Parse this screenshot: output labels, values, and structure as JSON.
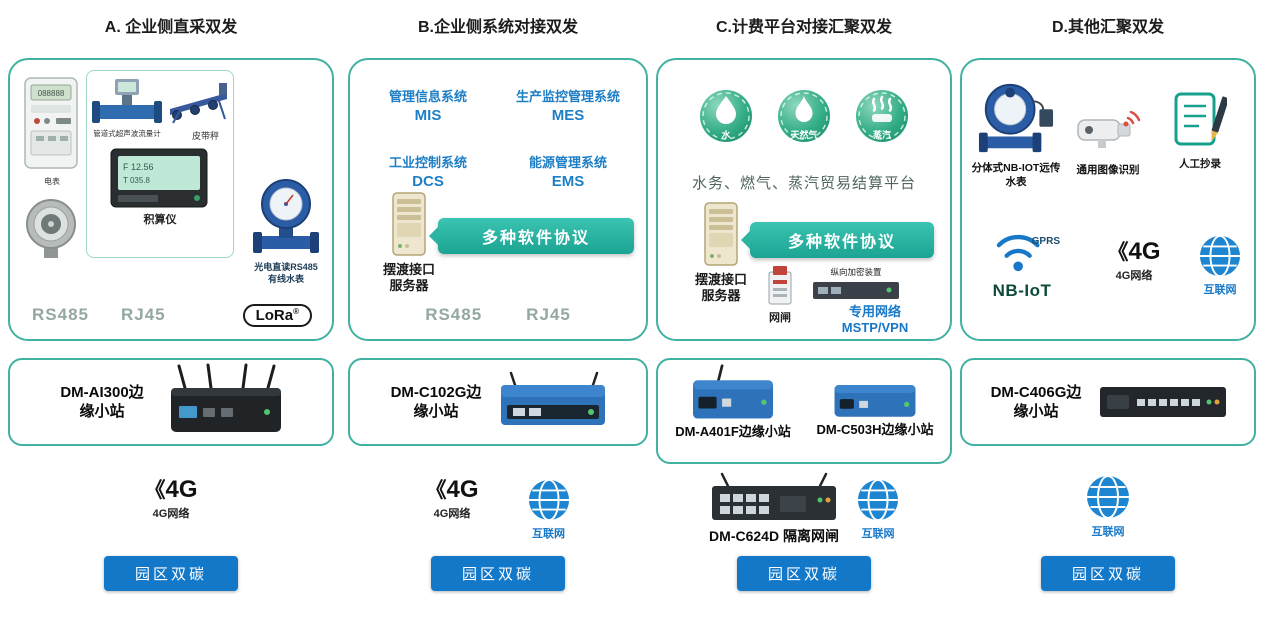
{
  "colors": {
    "box_border": "#41b1a1",
    "banner_teal": "#2db3a2",
    "button_blue": "#1478c8",
    "system_blue": "#1e7fc6",
    "protocol_gray": "#93a89f"
  },
  "icons": {
    "g4_arc": "《",
    "g4_text": "4G"
  },
  "columns": [
    {
      "title": "A. 企业侧直采双发",
      "devices": {
        "electric_meter": "电表",
        "flow_meter": "管道式超声波流量计",
        "belt_scale": "皮带秤",
        "totalizer": "积算仪",
        "water_meter_wired": "光电直读RS485\n有线水表"
      },
      "protocols": {
        "rs485": "RS485",
        "rj45": "RJ45"
      },
      "lora": {
        "label": "LoRa",
        "reg": "®"
      },
      "edge_station": "DM-AI300边缘小站",
      "links": [
        {
          "icon": "4g-icon",
          "label": "4G网络"
        }
      ],
      "button": "园区双碳"
    },
    {
      "title": "B.企业侧系统对接双发",
      "systems": [
        {
          "name": "管理信息系统",
          "abbr": "MIS"
        },
        {
          "name": "生产监控管理系统",
          "abbr": "MES"
        },
        {
          "name": "工业控制系统",
          "abbr": "DCS"
        },
        {
          "name": "能源管理系统",
          "abbr": "EMS"
        }
      ],
      "server_label": "摆渡接口\n服务器",
      "banner": "多种软件协议",
      "protocols": {
        "rs485": "RS485",
        "rj45": "RJ45"
      },
      "edge_station": "DM-C102G边缘小站",
      "links": [
        {
          "icon": "4g-icon",
          "label": "4G网络"
        },
        {
          "icon": "globe-icon",
          "label": "互联网"
        }
      ],
      "button": "园区双碳"
    },
    {
      "title": "C.计费平台对接汇聚双发",
      "utilities": [
        {
          "label": "水"
        },
        {
          "label": "天然气"
        },
        {
          "label": "蒸汽"
        }
      ],
      "platform": "水务、燃气、蒸汽贸易结算平台",
      "server_label": "摆渡接口\n服务器",
      "banner": "多种软件协议",
      "gateway_label": "网闸",
      "encryption_label": "纵向加密装置",
      "private_network": "专用网络\nMSTP/VPN",
      "edge_stations": [
        "DM-A401F边缘小站",
        "DM-C503H边缘小站"
      ],
      "isolation_gateway": "DM-C624D 隔离网闸",
      "links": [
        {
          "icon": "globe-icon",
          "label": "互联网"
        }
      ],
      "button": "园区双碳"
    },
    {
      "title": "D.其他汇聚双发",
      "sources": [
        {
          "label": "分体式NB-IOT远传水表"
        },
        {
          "label": "通用图像识别"
        },
        {
          "label": "人工抄录"
        }
      ],
      "radios": {
        "gprs": "GPRS",
        "nbiot": "NB-IoT"
      },
      "inbox_links": [
        {
          "icon": "4g-icon",
          "label": "4G网络"
        },
        {
          "icon": "globe-icon",
          "label": "互联网"
        }
      ],
      "edge_station": "DM-C406G边缘小站",
      "links": [
        {
          "icon": "globe-icon",
          "label": "互联网"
        }
      ],
      "button": "园区双碳"
    }
  ]
}
